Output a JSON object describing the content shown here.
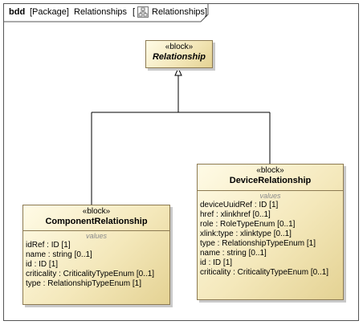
{
  "frame": {
    "kind": "bdd",
    "type": "[Package]",
    "name": "Relationships",
    "open_bracket": "[",
    "diagram_name": "Relationships",
    "close_bracket": "]"
  },
  "blocks": {
    "relationship": {
      "stereotype": "«block»",
      "name": "Relationship",
      "abstract": true
    },
    "device": {
      "stereotype": "«block»",
      "name": "DeviceRelationship",
      "compartment_label": "values",
      "attributes": [
        {
          "name": "deviceUuidRef",
          "type": " : ID [1]"
        },
        {
          "name": "href",
          "type": " : xlinkhref [0..1]"
        },
        {
          "name": "role",
          "type": " : RoleTypeEnum [0..1]"
        },
        {
          "name": "xlink:type",
          "type": " : xlinktype [0..1]"
        },
        {
          "name": "type",
          "type": " : RelationshipTypeEnum [1]"
        },
        {
          "name": "name",
          "type": " : string [0..1]"
        },
        {
          "name": "id",
          "type": " : ID [1]"
        },
        {
          "name": "criticality",
          "type": " : CriticalityTypeEnum [0..1]"
        }
      ]
    },
    "component": {
      "stereotype": "«block»",
      "name": "ComponentRelationship",
      "compartment_label": "values",
      "attributes": [
        {
          "name": "idRef",
          "type": " : ID [1]"
        },
        {
          "name": "name",
          "type": " : string [0..1]"
        },
        {
          "name": "id",
          "type": " : ID [1]"
        },
        {
          "name": "criticality",
          "type": " : CriticalityTypeEnum [0..1]"
        },
        {
          "name": "type",
          "type": " : RelationshipTypeEnum [1]"
        }
      ]
    }
  },
  "relations": [
    {
      "kind": "generalization",
      "from": "component",
      "to": "relationship"
    },
    {
      "kind": "generalization",
      "from": "device",
      "to": "relationship"
    }
  ]
}
